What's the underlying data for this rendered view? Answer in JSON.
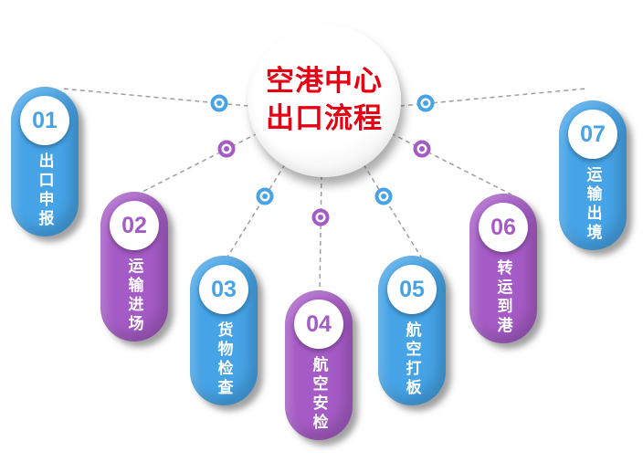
{
  "title": {
    "line1": "空港中心",
    "line2": "出口流程"
  },
  "colors": {
    "blue": "#45A3E6",
    "purple": "#A55BC5",
    "red": "#E60012",
    "line": "#9E9E9E"
  },
  "steps": [
    {
      "number": "01",
      "label": "出口申报",
      "color": "blue"
    },
    {
      "number": "02",
      "label": "运输进场",
      "color": "purple"
    },
    {
      "number": "03",
      "label": "货物检查",
      "color": "blue"
    },
    {
      "number": "04",
      "label": "航空安检",
      "color": "purple"
    },
    {
      "number": "05",
      "label": "航空打板",
      "color": "blue"
    },
    {
      "number": "06",
      "label": "转运到港",
      "color": "purple"
    },
    {
      "number": "07",
      "label": "运输出境",
      "color": "blue"
    }
  ]
}
